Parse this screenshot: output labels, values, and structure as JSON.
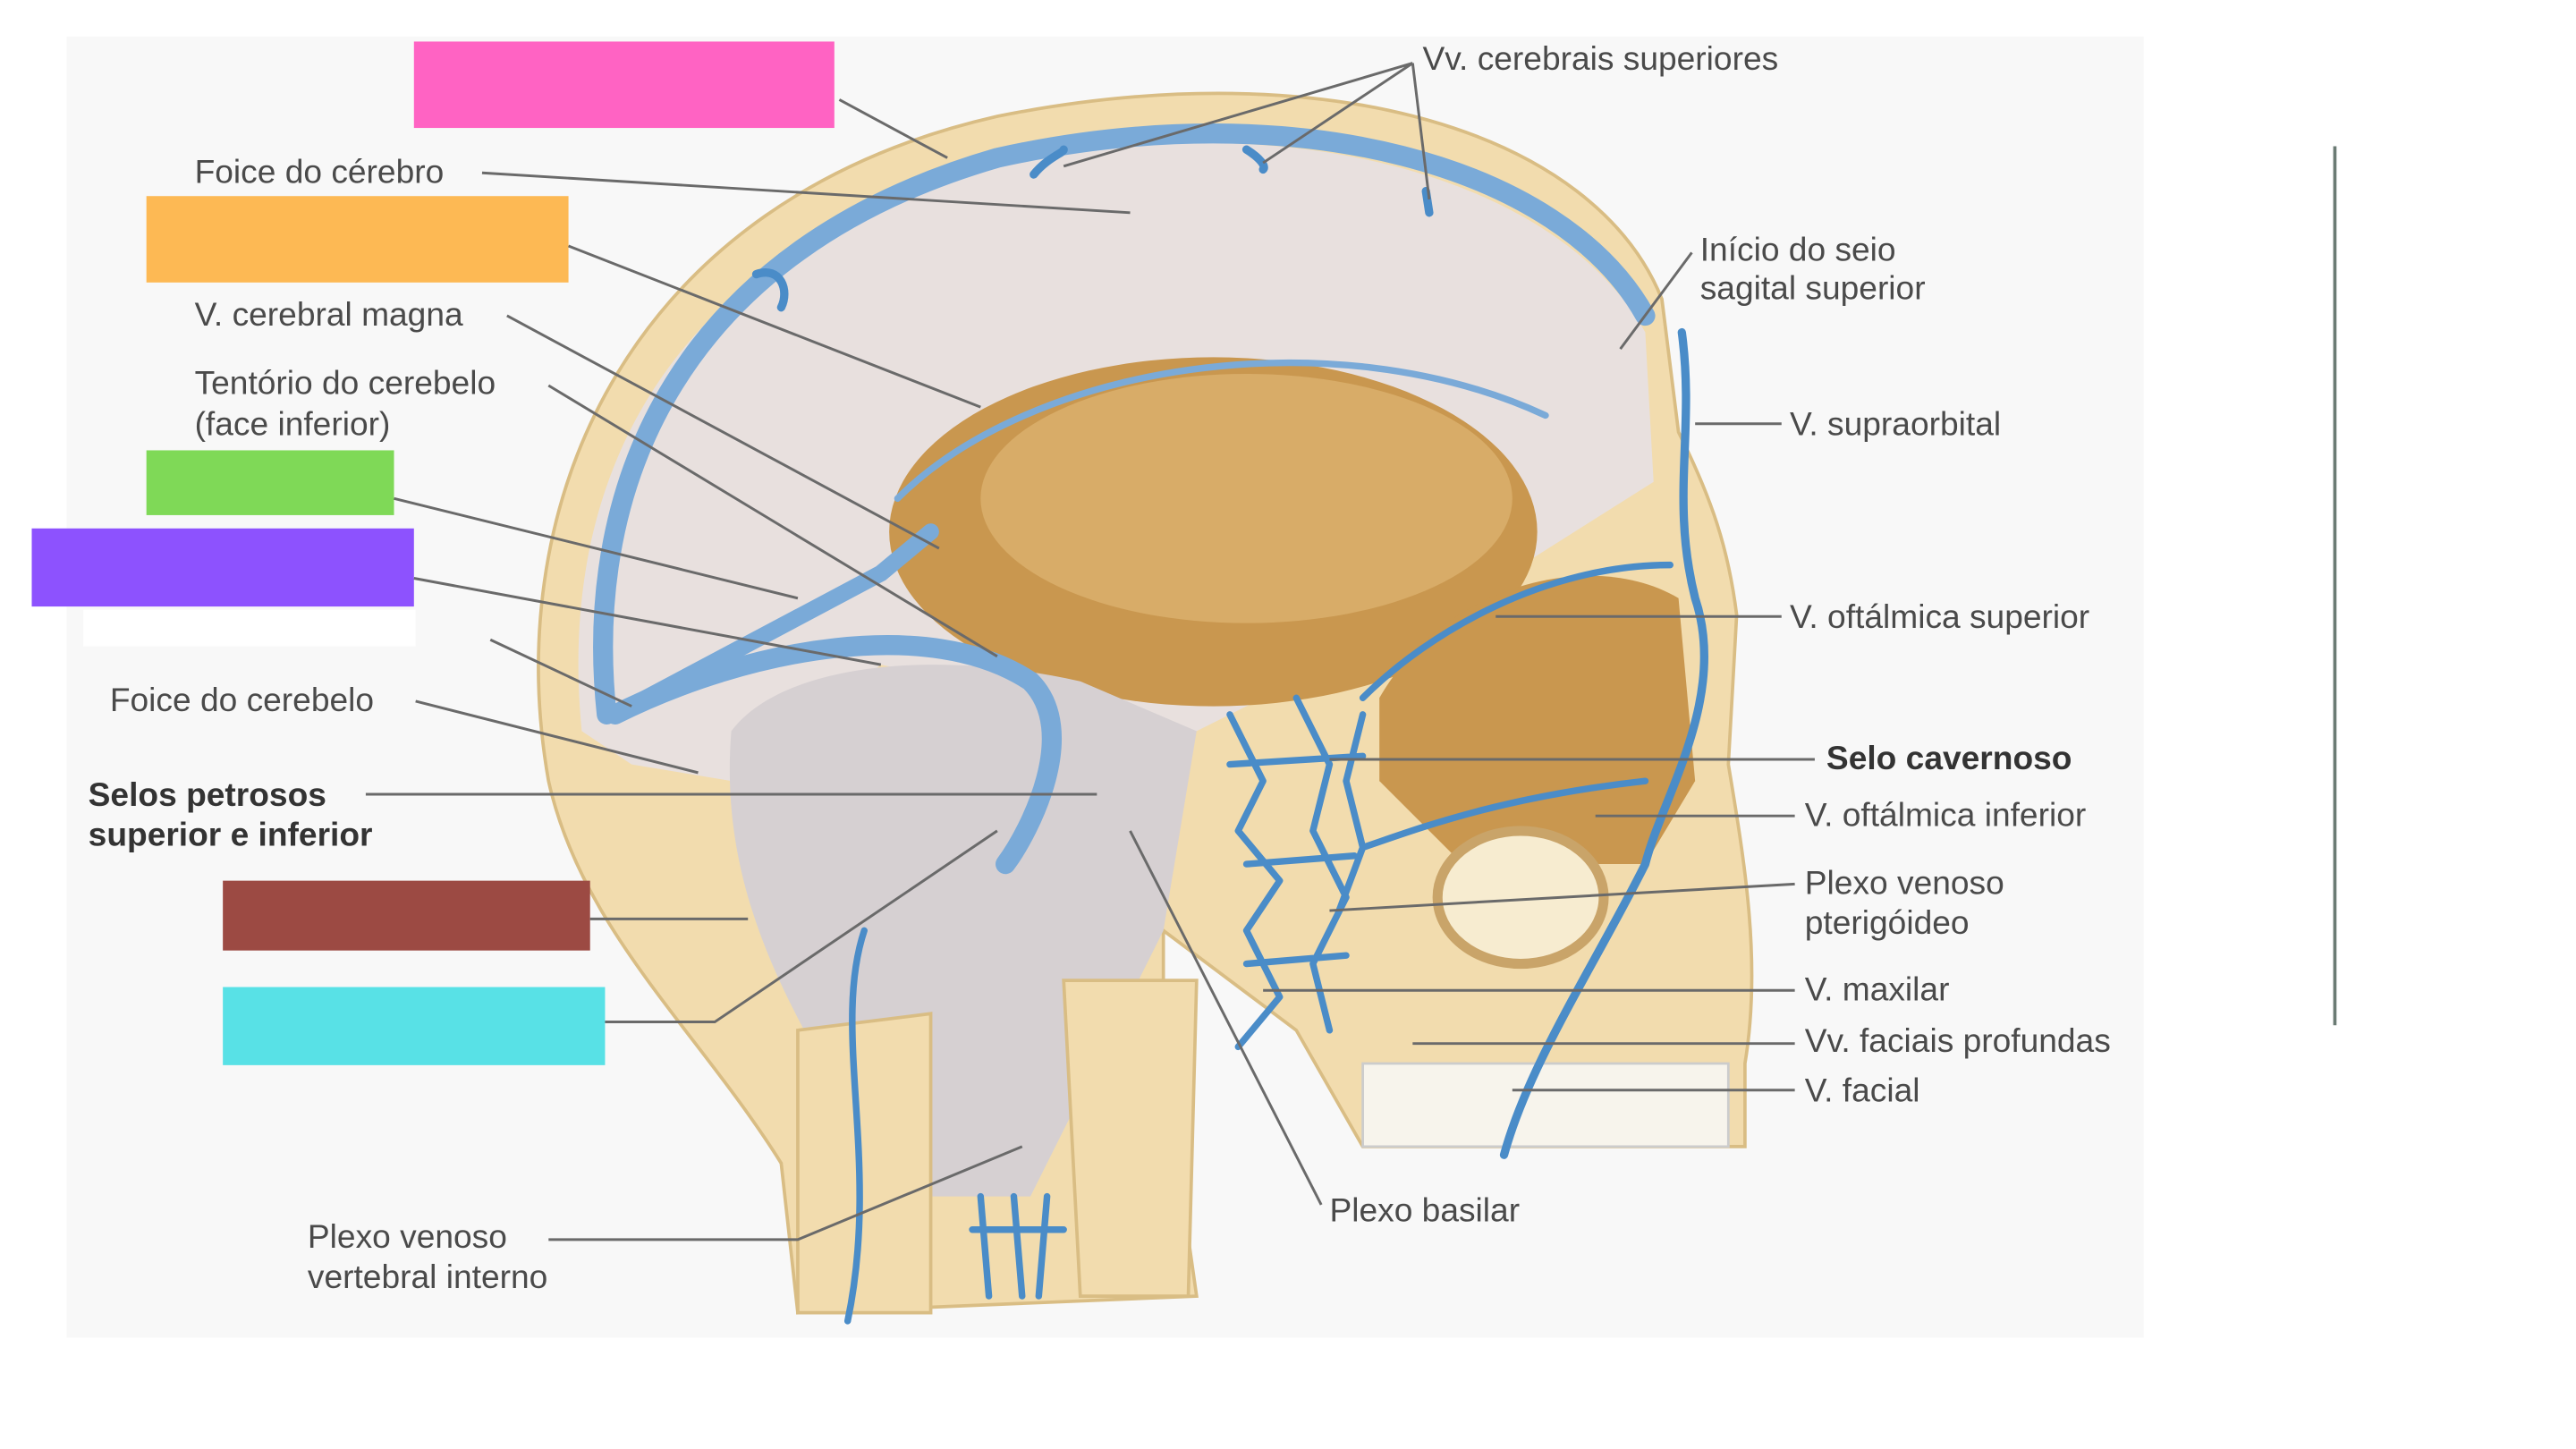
{
  "colors": {
    "box_pink": "#ff63c3",
    "box_orange": "#fdb954",
    "box_green": "#7fd957",
    "box_purple": "#8d52fe",
    "box_brown": "#9c4a43",
    "box_cyan": "#58e1e6",
    "vein_blue": "#4a8cc8",
    "bone": "#f2dcae",
    "brain_cavity": "#c9974f",
    "divider": "#6b7b74"
  },
  "labels": {
    "vv_cerebrais_superiores": "Vv. cerebrais superiores",
    "foice_cerebro": "Foice do cérebro",
    "v_cerebral_magna": "V. cerebral magna",
    "tentorio_1": "Tentório do cerebelo",
    "tentorio_2": "(face inferior)",
    "foice_cerebelo": "Foice do cerebelo",
    "selos_petrosos_1": "Selos petrosos",
    "selos_petrosos_2": "superior e inferior",
    "plexo_vertebral_1": "Plexo venoso",
    "plexo_vertebral_2": "vertebral interno",
    "plexo_basilar": "Plexo basilar",
    "inicio_seio_1": "Início do seio",
    "inicio_seio_2": "sagital superior",
    "v_supraorbital": "V. supraorbital",
    "v_oftalmica_superior": "V. oftálmica superior",
    "selo_cavernoso": "Selo cavernoso",
    "v_oftalmica_inferior": "V. oftálmica inferior",
    "plexo_pterigoideo_1": "Plexo venoso",
    "plexo_pterigoideo_2": "pterigóideo",
    "v_maxilar": "V. maxilar",
    "vv_faciais_profundas": "Vv. faciais profundas",
    "v_facial": "V. facial"
  }
}
